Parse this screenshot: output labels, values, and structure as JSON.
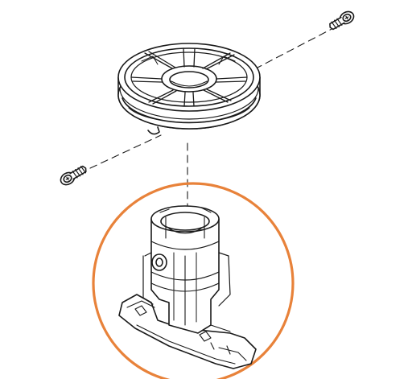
{
  "diagram": {
    "parts": [
      {
        "id": "pulley",
        "icon": "pulley-wheel-icon"
      },
      {
        "id": "mount",
        "icon": "mounting-bracket-icon",
        "highlighted": true
      },
      {
        "id": "screw-left",
        "icon": "screw-icon"
      },
      {
        "id": "screw-right",
        "icon": "screw-icon"
      }
    ],
    "colors": {
      "line": "#1a1a1a",
      "highlight": "#e8823a",
      "background": "#ffffff"
    }
  }
}
